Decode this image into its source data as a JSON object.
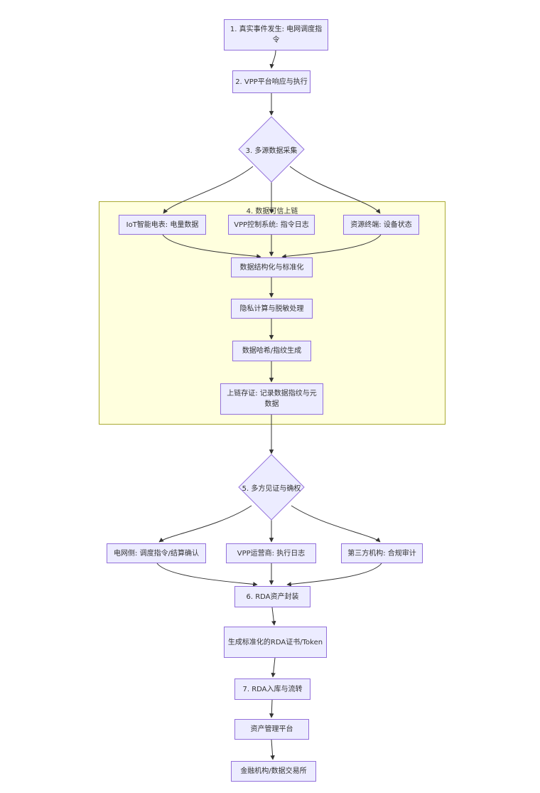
{
  "diagram": {
    "type": "flowchart-top-down",
    "nodes": {
      "n1": {
        "label": "1. 真实事件发生: 电网调度指令"
      },
      "n2": {
        "label": "2. VPP平台响应与执行"
      },
      "n3": {
        "label": "3. 多源数据采集"
      },
      "sub4": {
        "label": "4. 数据可信上链"
      },
      "iot": {
        "label": "IoT智能电表: 电量数据"
      },
      "vppctl": {
        "label": "VPP控制系统: 指令日志"
      },
      "terminal": {
        "label": "资源终端: 设备状态"
      },
      "structure": {
        "label": "数据结构化与标准化"
      },
      "privacy": {
        "label": "隐私计算与脱敏处理"
      },
      "hash": {
        "label": "数据哈希/指纹生成"
      },
      "anchor": {
        "label": "上链存证: 记录数据指纹与元数据"
      },
      "n5": {
        "label": "5. 多方见证与确权"
      },
      "grid": {
        "label": "电网侧: 调度指令/结算确认"
      },
      "operator": {
        "label": "VPP运营商: 执行日志"
      },
      "thirdparty": {
        "label": "第三方机构: 合规审计"
      },
      "n6": {
        "label": "6. RDA资产封装"
      },
      "cert": {
        "label": "生成标准化的RDA证书/Token"
      },
      "n7": {
        "label": "7. RDA入库与流转"
      },
      "platform": {
        "label": "资产管理平台"
      },
      "finance": {
        "label": "金融机构/数据交易所"
      }
    },
    "edges": [
      {
        "from": "n1",
        "to": "n2"
      },
      {
        "from": "n2",
        "to": "n3"
      },
      {
        "from": "n3",
        "to": "iot"
      },
      {
        "from": "n3",
        "to": "vppctl"
      },
      {
        "from": "n3",
        "to": "terminal"
      },
      {
        "from": "iot",
        "to": "structure"
      },
      {
        "from": "vppctl",
        "to": "structure"
      },
      {
        "from": "terminal",
        "to": "structure"
      },
      {
        "from": "structure",
        "to": "privacy"
      },
      {
        "from": "privacy",
        "to": "hash"
      },
      {
        "from": "hash",
        "to": "anchor"
      },
      {
        "from": "anchor",
        "to": "n5"
      },
      {
        "from": "n5",
        "to": "grid"
      },
      {
        "from": "n5",
        "to": "operator"
      },
      {
        "from": "n5",
        "to": "thirdparty"
      },
      {
        "from": "grid",
        "to": "n6"
      },
      {
        "from": "operator",
        "to": "n6"
      },
      {
        "from": "thirdparty",
        "to": "n6"
      },
      {
        "from": "n6",
        "to": "cert"
      },
      {
        "from": "cert",
        "to": "n7"
      },
      {
        "from": "n7",
        "to": "platform"
      },
      {
        "from": "platform",
        "to": "finance"
      }
    ],
    "colors": {
      "node_fill": "#ECECFF",
      "node_border": "#9370DB",
      "subgraph_fill": "#FFFFDE",
      "subgraph_border": "#AAAA33",
      "edge": "#333333",
      "text": "#333333"
    }
  }
}
